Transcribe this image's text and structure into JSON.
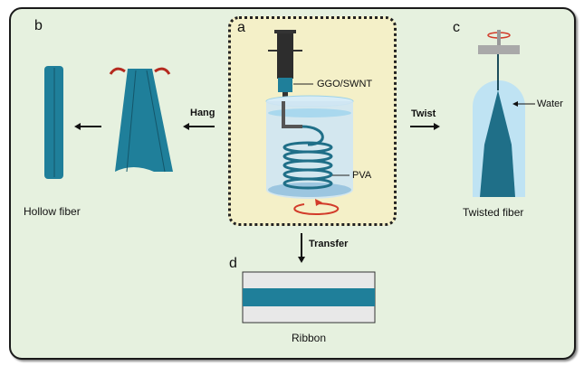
{
  "panels": {
    "a": {
      "label": "a",
      "annotations": {
        "syringe": "GGO/SWNT",
        "bath": "PVA"
      }
    },
    "b": {
      "label": "b",
      "caption": "Hollow fiber"
    },
    "c": {
      "label": "c",
      "caption": "Twisted fiber",
      "annotations": {
        "bath": "Water"
      }
    },
    "d": {
      "label": "d",
      "caption": "Ribbon"
    }
  },
  "arrows": {
    "hang": "Hang",
    "twist": "Twist",
    "transfer": "Transfer"
  },
  "colors": {
    "background": "#e6f1df",
    "panel_a": "#f4f0c8",
    "fiber": "#1f7f9a",
    "rotation": "#d23b2a",
    "water": "#bfe3f3"
  }
}
